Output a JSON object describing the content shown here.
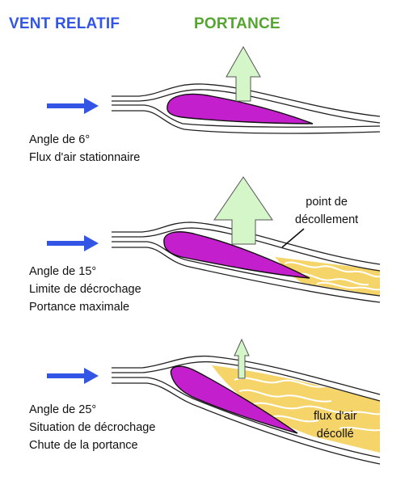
{
  "headings": {
    "wind": "VENT RELATIF",
    "lift": "PORTANCE"
  },
  "colors": {
    "wind": "#3355e6",
    "lift": "#55a531",
    "lift_arrow_fill": "#d4f6c8",
    "airfoil": "#c41fcc",
    "turbulence": "#f5d46a"
  },
  "panels": [
    {
      "lines": [
        "Angle de 6°",
        "Flux d'air stationnaire"
      ]
    },
    {
      "lines": [
        "Angle de 15°",
        "Limite de décrochage",
        "Portance maximale"
      ]
    },
    {
      "lines": [
        "Angle de 25°",
        "Situation de décrochage",
        "Chute de la portance"
      ]
    }
  ],
  "annotations": {
    "separation_point": [
      "point de",
      "décollement"
    ],
    "separated_flow": [
      "flux d'air",
      "décollé"
    ]
  },
  "icons": [
    "wind-arrow-icon",
    "lift-arrow-icon",
    "airfoil-icon"
  ]
}
